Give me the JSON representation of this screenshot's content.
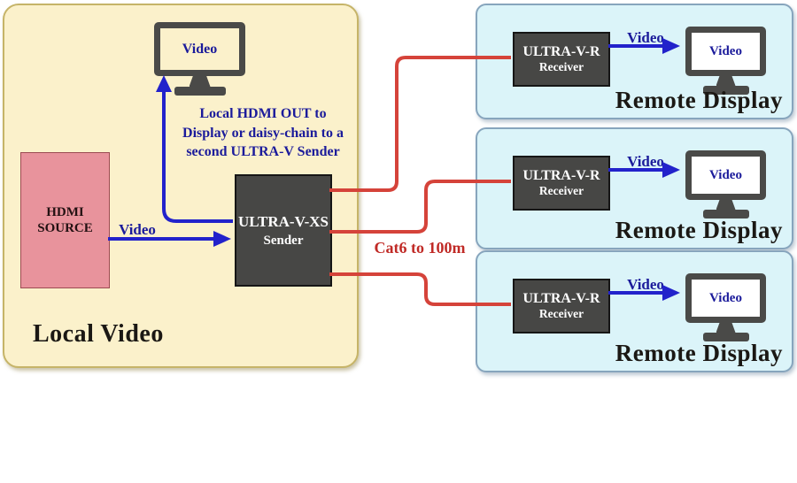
{
  "colors": {
    "local_panel_bg": "#FBF1CB",
    "local_panel_border": "#C6B468",
    "source_box_bg": "#E8939C",
    "device_box_bg": "#474745",
    "remote_panel_bg": "#DBF4F9",
    "remote_panel_border": "#87A5BD",
    "arrow_blue": "#2222CB",
    "cable_red": "#D5433A",
    "label_navy": "#1B1B9B",
    "cat6_red": "#C02A26"
  },
  "local": {
    "panel_label": "Local Video",
    "source_line1": "HDMI",
    "source_line2": "SOURCE",
    "sender_line1": "ULTRA-V-XS",
    "sender_line2": "Sender",
    "source_video_label": "Video",
    "monitor_screen_label": "Video",
    "note_line1": "Local HDMI OUT to",
    "note_line2": "Display or daisy-chain to a",
    "note_line3": "second ULTRA-V Sender"
  },
  "cable": {
    "label": "Cat6 to 100m"
  },
  "remote_panels": [
    {
      "receiver_line1": "ULTRA-V-R",
      "receiver_line2": "Receiver",
      "video_label": "Video",
      "monitor_screen_label": "Video",
      "panel_label": "Remote Display"
    },
    {
      "receiver_line1": "ULTRA-V-R",
      "receiver_line2": "Receiver",
      "video_label": "Video",
      "monitor_screen_label": "Video",
      "panel_label": "Remote Display"
    },
    {
      "receiver_line1": "ULTRA-V-R",
      "receiver_line2": "Receiver",
      "video_label": "Video",
      "monitor_screen_label": "Video",
      "panel_label": "Remote Display"
    }
  ]
}
